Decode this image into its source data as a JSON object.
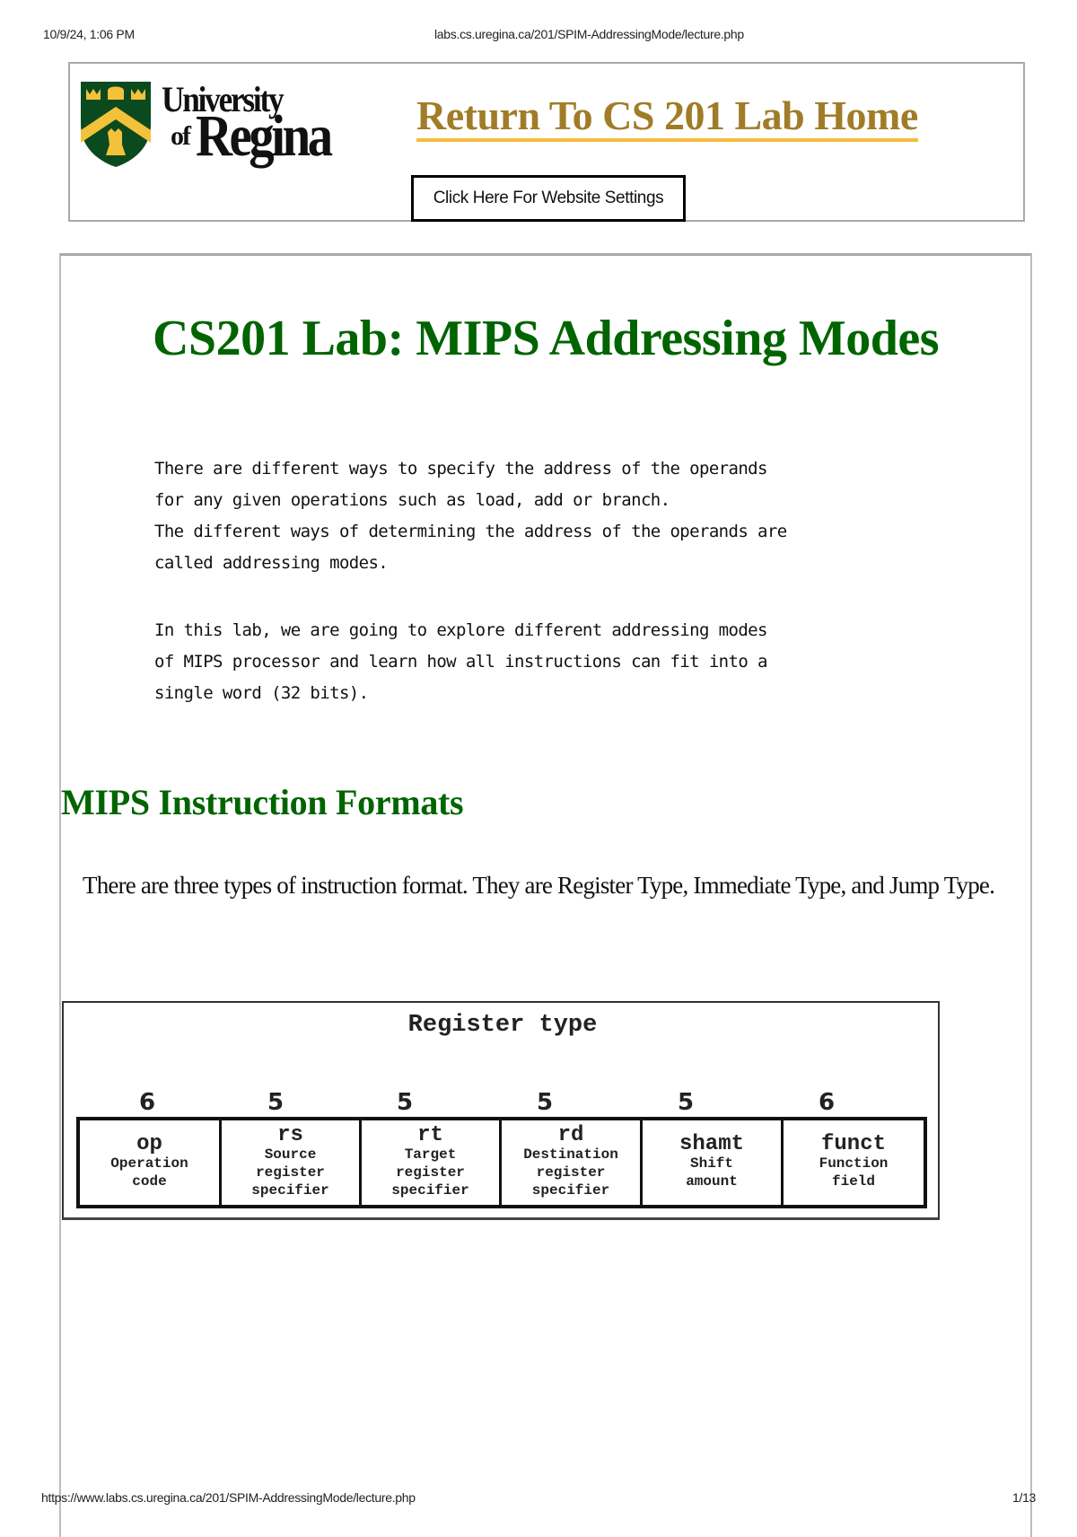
{
  "print_header": {
    "datetime": "10/9/24, 1:06 PM",
    "url": "labs.cs.uregina.ca/201/SPIM-AddressingMode/lecture.php"
  },
  "print_footer": {
    "url": "https://www.labs.cs.uregina.ca/201/SPIM-AddressingMode/lecture.php",
    "page": "1/13"
  },
  "banner": {
    "logo": {
      "line1": "University",
      "of": "of",
      "line2": "Regina",
      "icon": "shield-crest-icon",
      "colors": {
        "green": "#0b4a1f",
        "gold": "#f3c23a"
      }
    },
    "home_link": "Return To CS 201 Lab Home",
    "settings_button": "Click Here For Website Settings",
    "link_color": "#a17c28",
    "underline_color": "#f3bd3f"
  },
  "main": {
    "title": "CS201 Lab: MIPS Addressing Modes",
    "title_color": "#006400",
    "intro_paragraph_1": "There are different ways to specify the address of the operands\nfor any given operations such as load, add or branch.\nThe different ways of determining the address of the operands are\ncalled addressing modes.",
    "intro_paragraph_2": "In this lab, we are going to explore different addressing modes\nof MIPS processor and learn how all instructions can fit into a\nsingle word (32 bits).",
    "section": {
      "heading": "MIPS Instruction Formats",
      "text": "There are three types of instruction format. They are Register Type, Immediate Type, and Jump Type."
    },
    "register_type_figure": {
      "title": "Register type",
      "fields": [
        {
          "bits": "6",
          "abbr": "op",
          "desc": "Operation\ncode"
        },
        {
          "bits": "5",
          "abbr": "rs",
          "desc": "Source\nregister\nspecifier"
        },
        {
          "bits": "5",
          "abbr": "rt",
          "desc": "Target\nregister\nspecifier"
        },
        {
          "bits": "5",
          "abbr": "rd",
          "desc": "Destination\nregister\nspecifier"
        },
        {
          "bits": "5",
          "abbr": "shamt",
          "desc": "Shift\namount"
        },
        {
          "bits": "6",
          "abbr": "funct",
          "desc": "Function\nfield"
        }
      ]
    }
  }
}
